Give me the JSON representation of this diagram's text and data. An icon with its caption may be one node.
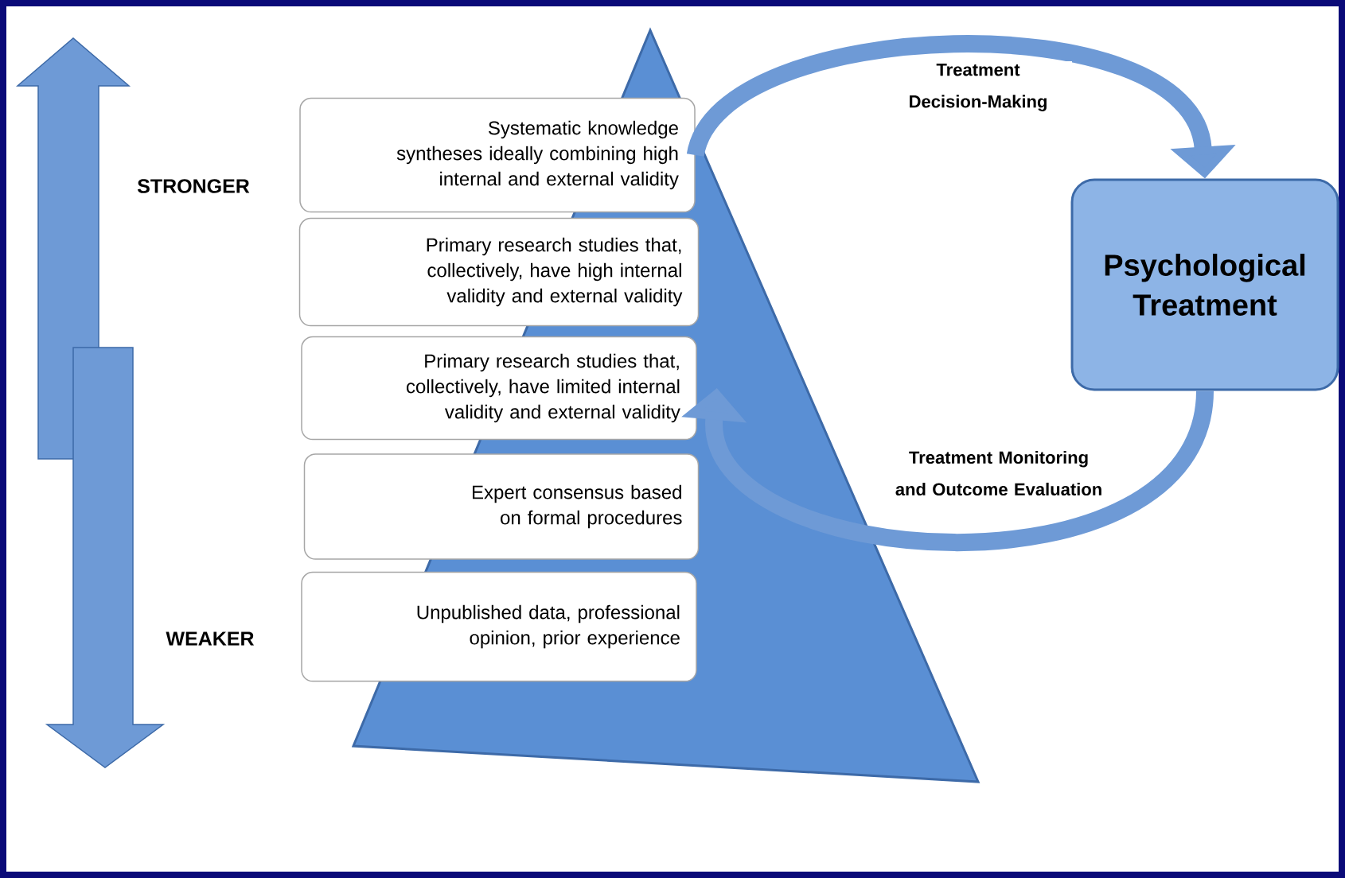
{
  "diagram": {
    "nodes": [
      {
        "text": [
          "Systematic knowledge syntheses ideally combining high internal and external validity"
        ]
      },
      {
        "text": [
          "Primary research studies that, collectively, have high internal validity and external validity"
        ]
      },
      {
        "text": [
          "Primary research studies that, collectively, have limited internal validity and external validity"
        ]
      },
      {
        "text": [
          "Expert consensus based on formal procedures"
        ]
      },
      {
        "text": [
          "Unpublished data, professional opinion, prior experience"
        ]
      },
      {
        "text": [
          "Psychological Treatment"
        ]
      }
    ],
    "edges": [
      {
        "from": 0,
        "to": 5,
        "arrow": "to",
        "label": "Treatment Decision-Making"
      },
      {
        "from": 5,
        "to": 2,
        "arrow": "to",
        "label": "Treatment Monitoring and Outcome Evaluation"
      }
    ],
    "labels": [
      "STRONGER",
      "WEAKER"
    ]
  }
}
